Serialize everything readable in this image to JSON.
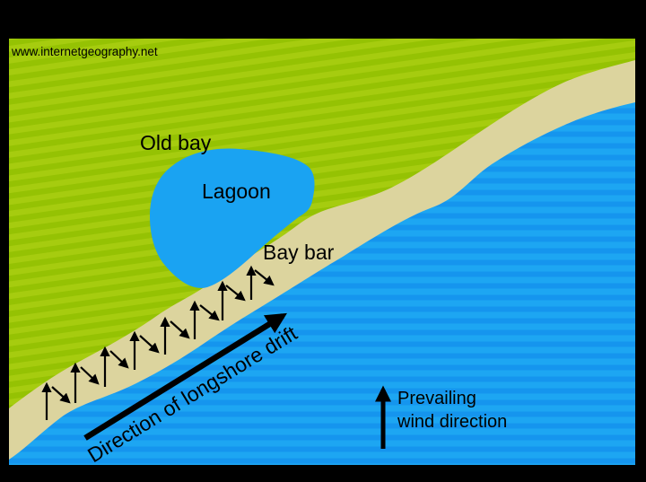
{
  "watermark": {
    "text": "www.internetgeography.net"
  },
  "labels": {
    "old_bay": "Old bay",
    "lagoon": "Lagoon",
    "bay_bar": "Bay bar",
    "longshore_drift": "Direction of longshore drift",
    "wind_line1": "Prevailing",
    "wind_line2": "wind direction"
  },
  "colors": {
    "frame": "#000000",
    "land_light": "#a6cc0f",
    "land_dark": "#95c203",
    "sand": "#dcd49e",
    "sea_light": "#1da6f2",
    "sea_dark": "#1595ee",
    "lagoon": "#1aa3f2",
    "ink": "#000000"
  }
}
